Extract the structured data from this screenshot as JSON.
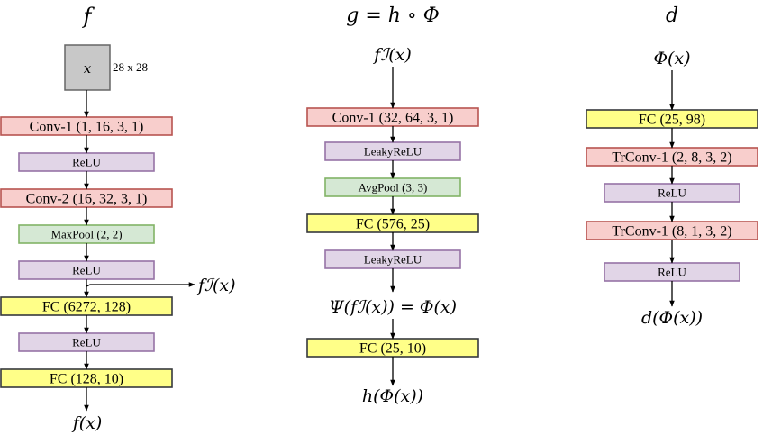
{
  "colors": {
    "conv": "#f8cecc",
    "conv_border": "#b85450",
    "relu": "#e1d5e7",
    "relu_border": "#9673a6",
    "pool": "#d5e8d4",
    "pool_border": "#82b366",
    "fc": "#ffff88",
    "fc_border": "#36393d",
    "input": "#c8c8c8",
    "input_border": "#666666"
  },
  "col_f": {
    "title": "f",
    "input_symbol": "x",
    "input_size": "28 x 28",
    "layers": [
      {
        "label": "Conv-1 (1, 16, 3, 1)",
        "kind": "conv"
      },
      {
        "label": "ReLU",
        "kind": "relu"
      },
      {
        "label": "Conv-2 (16, 32, 3, 1)",
        "kind": "conv"
      },
      {
        "label": "MaxPool (2, 2)",
        "kind": "pool"
      },
      {
        "label": "ReLU",
        "kind": "relu"
      },
      {
        "label": "FC (6272, 128)",
        "kind": "fc"
      },
      {
        "label": "ReLU",
        "kind": "relu"
      },
      {
        "label": "FC (128, 10)",
        "kind": "fc"
      }
    ],
    "side_output": "fℐ(x)",
    "output": "f(x)"
  },
  "col_g": {
    "title": "g = h ∘ Φ",
    "input": "fℐ(x)",
    "layers": [
      {
        "label": "Conv-1 (32, 64, 3, 1)",
        "kind": "conv"
      },
      {
        "label": "LeakyReLU",
        "kind": "relu"
      },
      {
        "label": "AvgPool (3, 3)",
        "kind": "pool"
      },
      {
        "label": "FC (576, 25)",
        "kind": "fc"
      },
      {
        "label": "LeakyReLU",
        "kind": "relu"
      },
      {
        "label": "FC (25, 10)",
        "kind": "fc"
      }
    ],
    "middle_eq": "Ψ(fℐ(x)) = Φ(x)",
    "output": "h(Φ(x))"
  },
  "col_d": {
    "title": "d",
    "input": "Φ(x)",
    "layers": [
      {
        "label": "FC (25, 98)",
        "kind": "fc"
      },
      {
        "label": "TrConv-1 (2, 8, 3, 2)",
        "kind": "conv"
      },
      {
        "label": "ReLU",
        "kind": "relu"
      },
      {
        "label": "TrConv-1 (8, 1, 3, 2)",
        "kind": "conv"
      },
      {
        "label": "ReLU",
        "kind": "relu"
      }
    ],
    "output": "d(Φ(x))"
  }
}
